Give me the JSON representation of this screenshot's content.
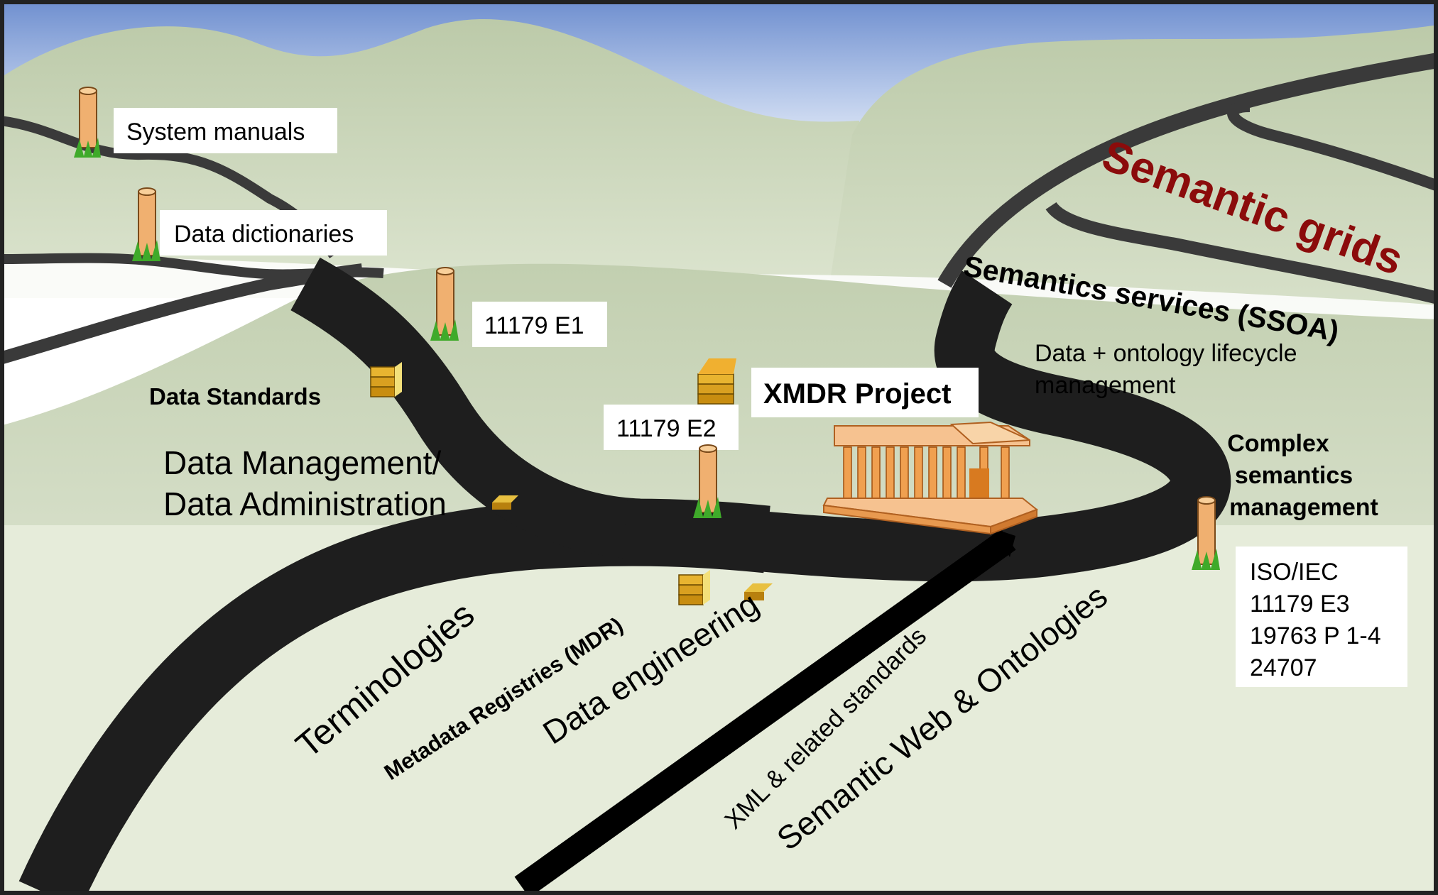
{
  "milestones": {
    "system_manuals": "System manuals",
    "data_dictionaries": "Data dictionaries",
    "e1": "11179 E1",
    "e2": "11179 E2",
    "xmdr": "XMDR Project"
  },
  "regions": {
    "data_standards": "Data Standards",
    "dm_line1": "Data Management/",
    "dm_line2": "Data Administration",
    "lifecycle_line1": "Data + ontology lifecycle",
    "lifecycle_line2": "management",
    "complex_line1": "Complex",
    "complex_line2": "semantics",
    "complex_line3": "management"
  },
  "standards_box": [
    "ISO/IEC",
    "11179 E3",
    "19763 P 1-4",
    "24707"
  ],
  "roads": {
    "semantic_grids": "Semantic grids",
    "semantics_services": "Semantics services (SSOA)",
    "terminologies": "Terminologies",
    "mdr": "Metadata Registries (MDR)",
    "data_engineering": "Data engineering",
    "xml": "XML & related standards",
    "semantic_web": "Semantic Web & Ontologies"
  },
  "colors": {
    "sky_top": "#7f9ed8",
    "hill": "#c9d4b8",
    "road": "#1e1e1e",
    "post": "#f0b070",
    "grass": "#3faa2a",
    "semantic_grids_text": "#8b0b0b",
    "building": "#f4a050"
  }
}
